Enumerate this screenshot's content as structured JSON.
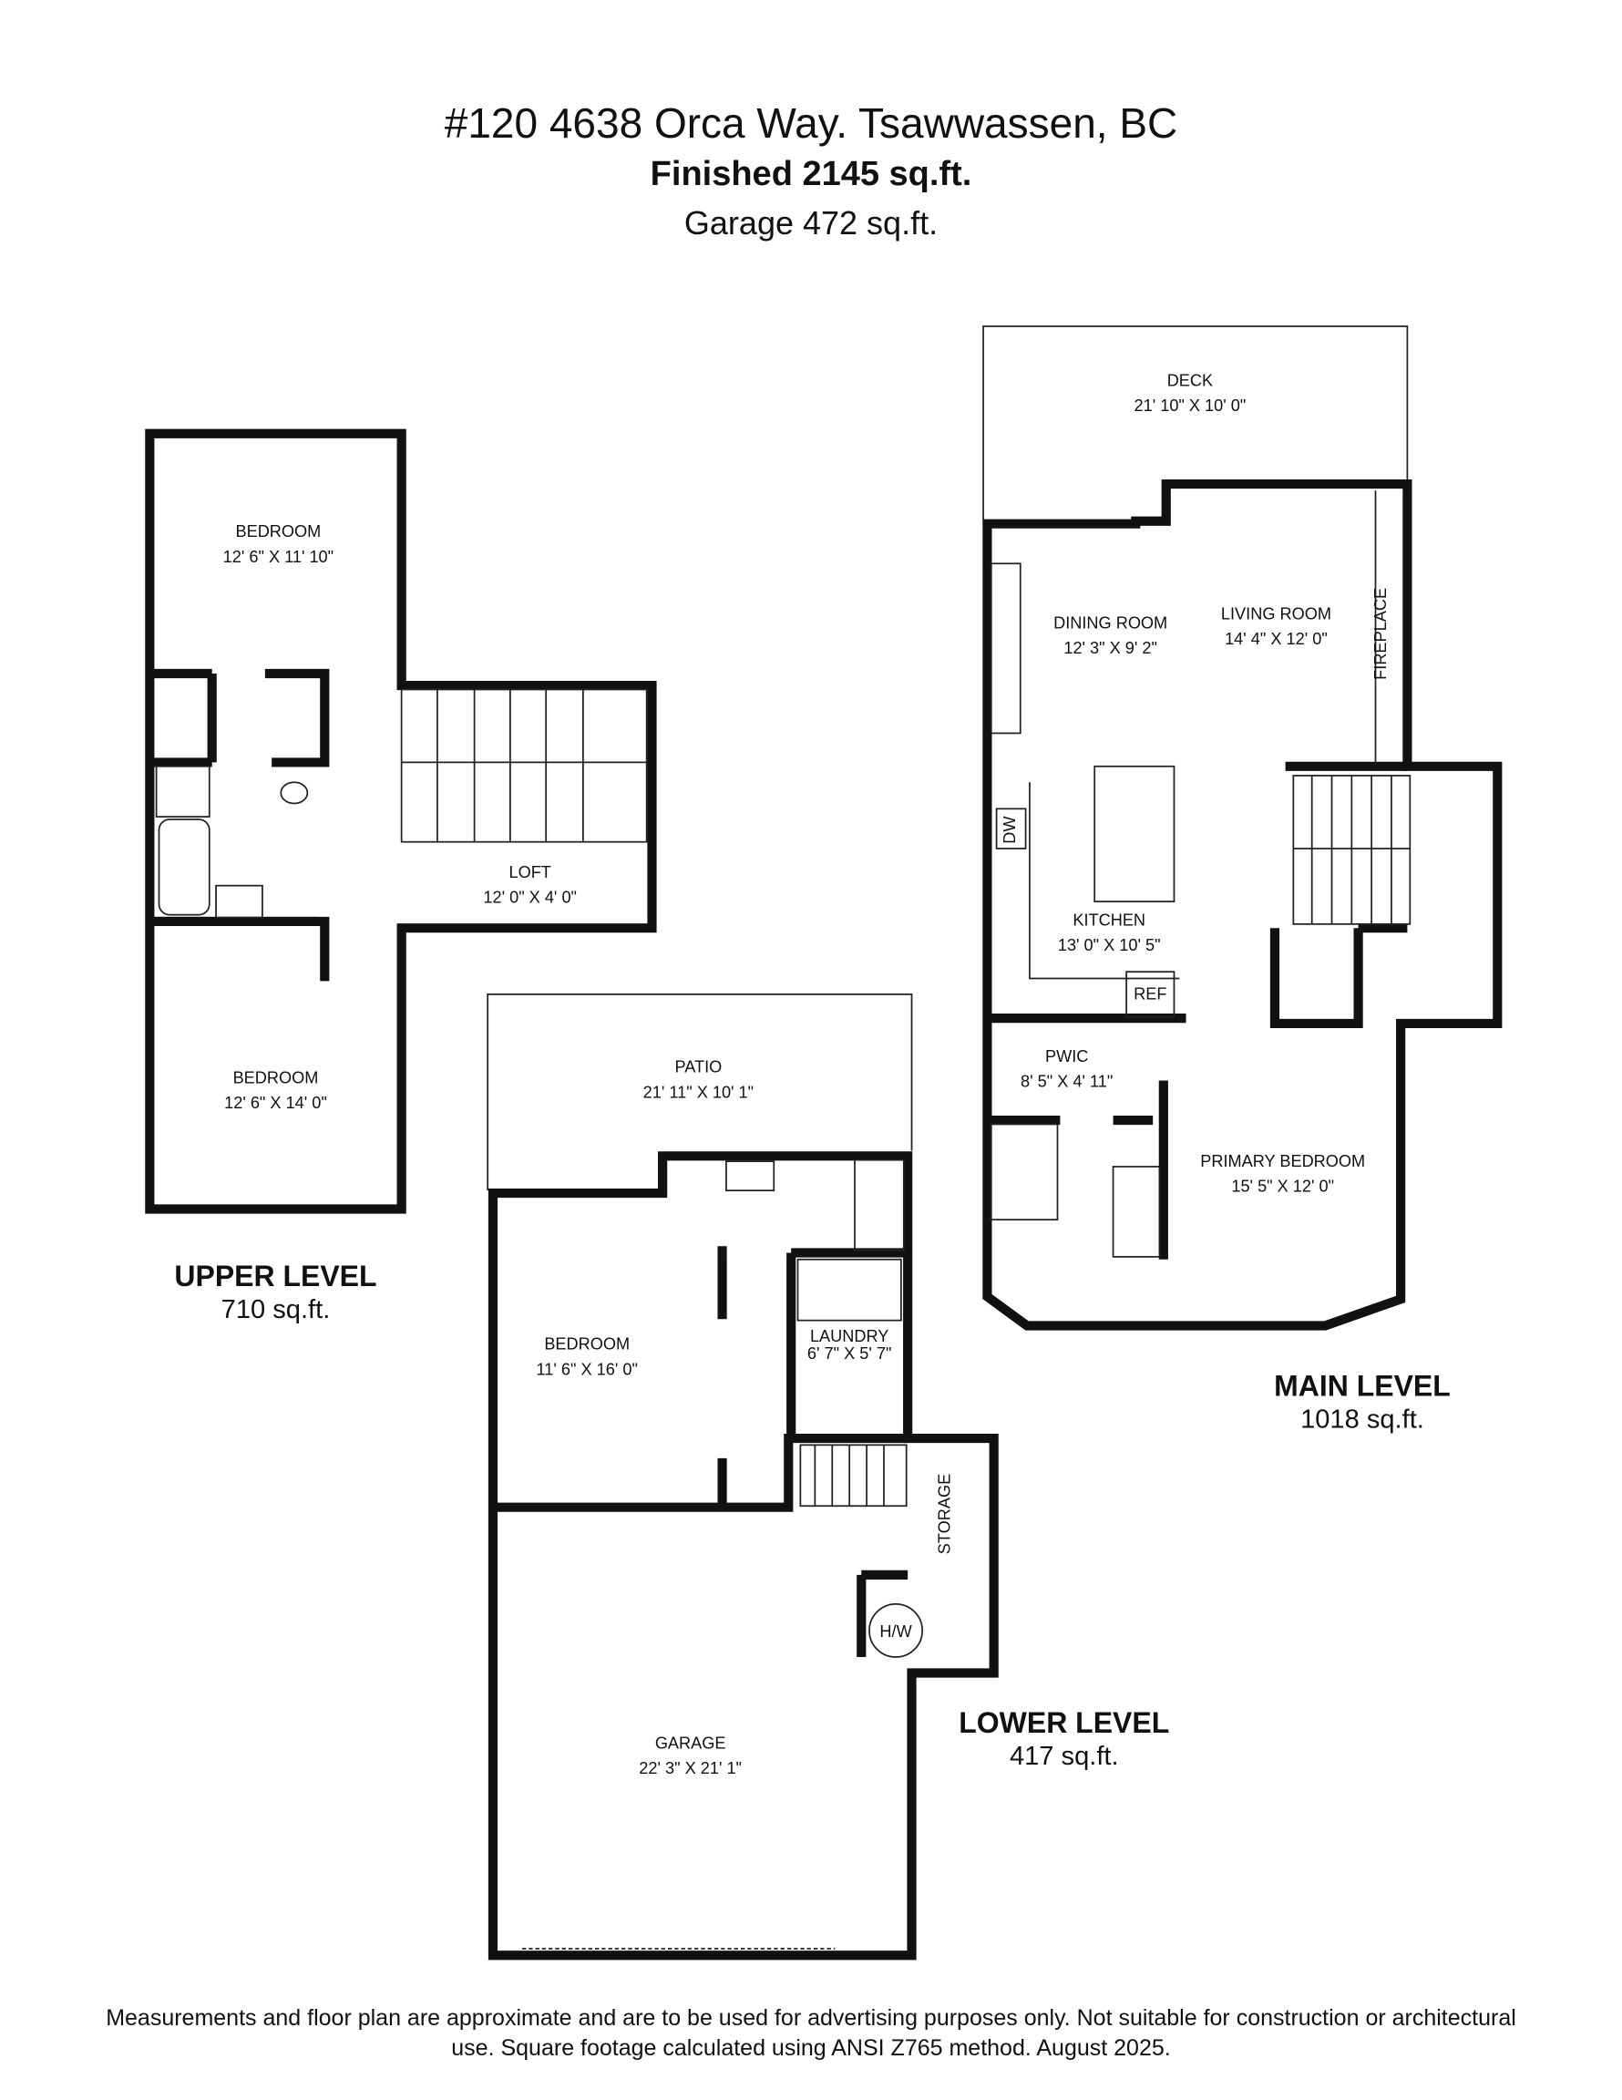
{
  "header": {
    "address": "#120 4638 Orca Way. Tsawwassen, BC",
    "finished": "Finished  2145 sq.ft.",
    "garage": "Garage 472 sq.ft."
  },
  "upper": {
    "title": "UPPER LEVEL",
    "area": "710 sq.ft.",
    "rooms": [
      {
        "name": "BEDROOM",
        "dim": "12' 6\" X 11' 10\""
      },
      {
        "name": "LOFT",
        "dim": "12' 0\" X 4' 0\""
      },
      {
        "name": "BEDROOM",
        "dim": "12' 6\" X 14' 0\""
      }
    ]
  },
  "main": {
    "title": "MAIN LEVEL",
    "area": "1018 sq.ft.",
    "rooms": [
      {
        "name": "DECK",
        "dim": "21' 10\" X 10' 0\""
      },
      {
        "name": "DINING ROOM",
        "dim": "12' 3\" X 9' 2\""
      },
      {
        "name": "LIVING ROOM",
        "dim": "14' 4\" X 12' 0\""
      },
      {
        "name": "KITCHEN",
        "dim": "13' 0\" X 10' 5\""
      },
      {
        "name": "PWIC",
        "dim": "8' 5\" X 4' 11\""
      },
      {
        "name": "PRIMARY BEDROOM",
        "dim": "15' 5\" X 12' 0\""
      }
    ],
    "fixtures": {
      "fireplace": "FIREPLACE",
      "dw": "DW",
      "ref": "REF"
    }
  },
  "lower": {
    "title": "LOWER LEVEL",
    "area": "417 sq.ft.",
    "rooms": [
      {
        "name": "PATIO",
        "dim": "21' 11\" X 10' 1\""
      },
      {
        "name": "BEDROOM",
        "dim": "11' 6\" X 16' 0\""
      },
      {
        "name": "LAUNDRY",
        "dim": "6' 7\" X 5' 7\""
      },
      {
        "name": "GARAGE",
        "dim": "22' 3\" X 21' 1\""
      }
    ],
    "fixtures": {
      "storage": "STORAGE",
      "hw": "H/W"
    }
  },
  "footer": {
    "line1": "Measurements and floor plan are approximate and are to be used for advertising purposes only. Not suitable for construction or architectural",
    "line2": "use. Square footage calculated using ANSI Z765 method. August 2025."
  }
}
